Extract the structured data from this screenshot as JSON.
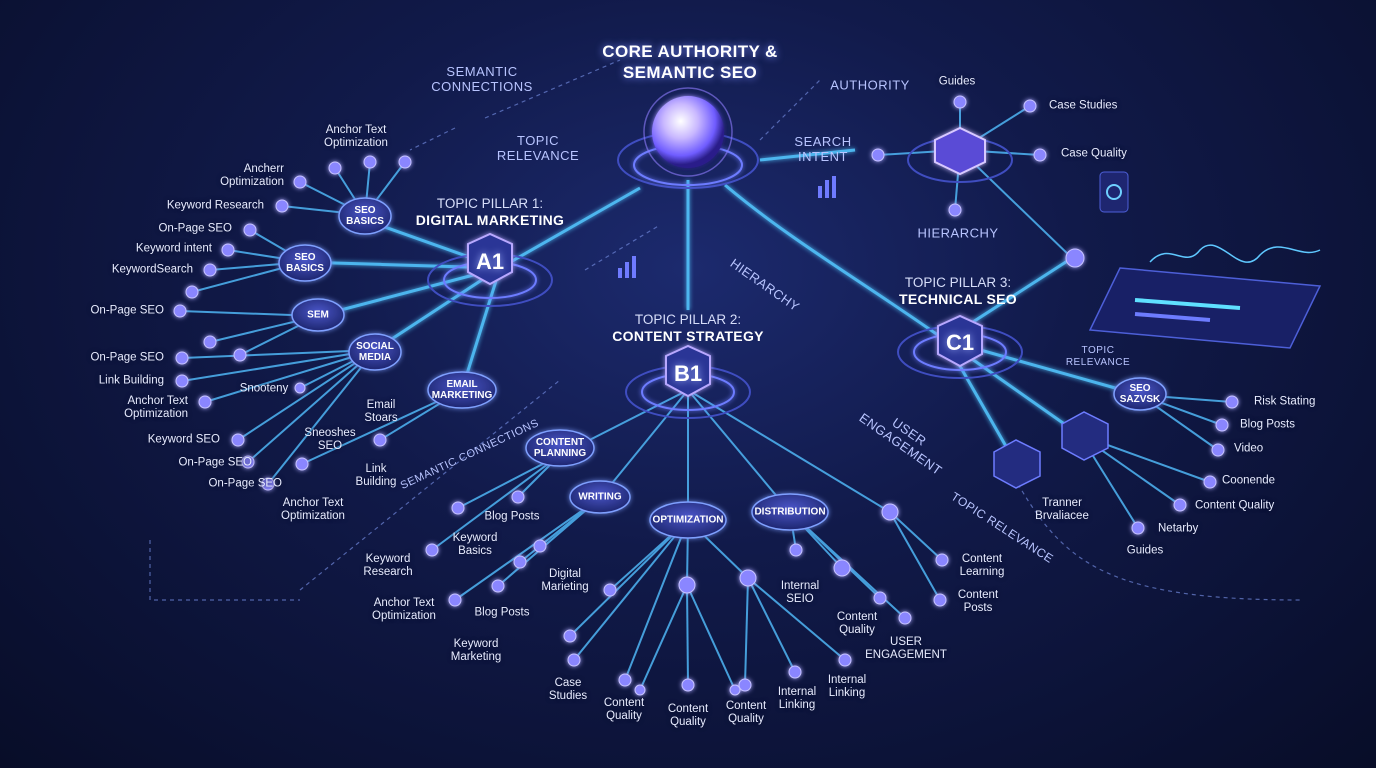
{
  "title_line1": "CORE AUTHORITY &",
  "title_line2": "SEMANTIC SEO",
  "captions": {
    "semantic_connections_1": "SEMANTIC",
    "semantic_connections_2": "CONNECTIONS",
    "topic_relevance_1": "TOPIC",
    "topic_relevance_2": "RELEVANCE",
    "authority": "AUTHORITY",
    "search_intent_1": "SEARCH",
    "search_intent_2": "INTENT",
    "hierarchy_top": "HIERARCHY",
    "hierarchy_mid": "HIERARCHY",
    "topic_relevance_c_1": "TOPIC",
    "topic_relevance_c_2": "RELEVANCE",
    "user_engagement_1": "USER",
    "user_engagement_2": "ENGAGEMENT",
    "semantic_connections_low": "SEMANTIC CONNECTIONS",
    "topic_relevance_low": "TOPIC RELEVANCE"
  },
  "pillars": {
    "a": {
      "caption": "TOPIC PILLAR 1:",
      "name": "DIGITAL MARKETING",
      "code": "A1"
    },
    "b": {
      "caption": "TOPIC PILLAR 2:",
      "name": "CONTENT STRATEGY",
      "code": "B1"
    },
    "c": {
      "caption": "TOPIC PILLAR 3:",
      "name": "TECHNICAL SEO",
      "code": "C1"
    }
  },
  "hubs": {
    "seo_basics_1": [
      "SEO",
      "BASICS"
    ],
    "seo_basics_2": [
      "SEO",
      "BASICS"
    ],
    "sem": [
      "SEM"
    ],
    "social_media": [
      "SOCIAL",
      "MEDIA"
    ],
    "email_marketing": [
      "EMAIL",
      "MARKETING"
    ],
    "content_planning": [
      "CONTENT",
      "PLANNING"
    ],
    "writing": [
      "WRITING"
    ],
    "optimization": [
      "OPTIMIZATION"
    ],
    "distribution": [
      "DISTRIBUTION"
    ],
    "seo_c": [
      "SEO",
      "SAZVSK"
    ]
  },
  "leaves": {
    "anchor_text_top": [
      "Anchor Text",
      "Optimization"
    ],
    "ancherr": [
      "Ancherr",
      "Optimization"
    ],
    "keyword_research_a": [
      "Keyword Research"
    ],
    "onpage_a1": [
      "On-Page SEO"
    ],
    "keyword_intent": [
      "Keyword intent"
    ],
    "keywordsearch": [
      "KeywordSearch"
    ],
    "onpage_a2": [
      "On-Page SEO"
    ],
    "onpage_a3": [
      "On-Page SEO"
    ],
    "link_building_a": [
      "Link Building"
    ],
    "anchor_text_a": [
      "Anchor Text",
      "Optimization"
    ],
    "keyword_seo": [
      "Keyword SEO"
    ],
    "onpage_a4": [
      "On-Page SEO"
    ],
    "onpage_a5": [
      "On-Page SEO"
    ],
    "snooteny": [
      "Snooteny"
    ],
    "sneoshes": [
      "Sneoshes",
      "SEO"
    ],
    "email_stoars": [
      "Email",
      "Stoars"
    ],
    "link_building_b": [
      "Link",
      "Building"
    ],
    "anchor_text_low": [
      "Anchor Text",
      "Optimization"
    ],
    "guides_c": [
      "Guides"
    ],
    "case_studies_c": [
      "Case Studies"
    ],
    "case_quality": [
      "Case Quality"
    ],
    "risk_stating": [
      "Risk Stating"
    ],
    "blog_posts_c": [
      "Blog Posts"
    ],
    "video": [
      "Video"
    ],
    "coonende": [
      "Coonende"
    ],
    "content_quality_c": [
      "Content Quality"
    ],
    "netarby": [
      "Netarby"
    ],
    "guides_c2": [
      "Guides"
    ],
    "tranner": [
      "Tranner",
      "Brvaliacee"
    ],
    "blog_posts_b1": [
      "Blog Posts"
    ],
    "keyword_basics": [
      "Keyword",
      "Basics"
    ],
    "keyword_research_b": [
      "Keyword",
      "Research"
    ],
    "digital_marketing_b": [
      "Digital",
      "Marieting"
    ],
    "anchor_text_b": [
      "Anchor Text",
      "Optimization"
    ],
    "blog_posts_b2": [
      "Blog Posts"
    ],
    "keyword_marketing": [
      "Keyword",
      "Marketing"
    ],
    "case_studies_b": [
      "Case",
      "Studies"
    ],
    "content_quality_b1": [
      "Content",
      "Quality"
    ],
    "content_quality_b2": [
      "Content",
      "Quality"
    ],
    "content_quality_b3": [
      "Content",
      "Quality"
    ],
    "internal_linking_1": [
      "Internal",
      "Linking"
    ],
    "internal_linking_2": [
      "Internal",
      "Linking"
    ],
    "internal_seio": [
      "Internal",
      "SEIO"
    ],
    "content_quality_b4": [
      "Content",
      "Quality"
    ],
    "user_engagement_b": [
      "USER",
      "ENGAGEMENT"
    ],
    "content_learning": [
      "Content",
      "Learning"
    ],
    "content_posts": [
      "Content",
      "Posts"
    ]
  },
  "colors": {
    "line": "#4fc3ff",
    "node": "#6f7bff",
    "glow": "#8f7dff",
    "hub_fill": "#2a3590"
  }
}
